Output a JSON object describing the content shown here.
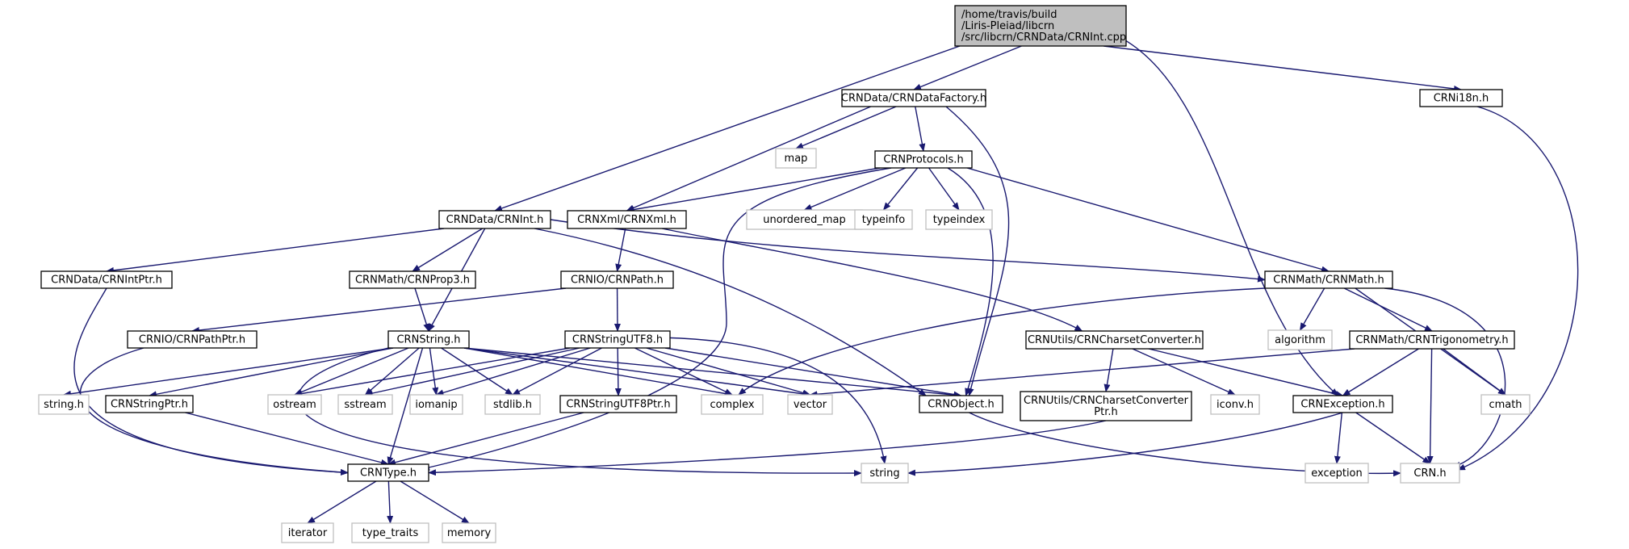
{
  "colors": {
    "edge": "#191970",
    "node_border": "#000000",
    "system_border": "#bfbfbf",
    "root_fill": "#bfbfbf",
    "node_fill": "#ffffff"
  },
  "nodes": [
    {
      "id": "root",
      "lines": [
        "/home/travis/build",
        "/Liris-Pleiad/libcrn",
        "/src/libcrn/CRNData/CRNInt.cpp"
      ],
      "kind": "root"
    },
    {
      "id": "factory",
      "lines": [
        "CRNData/CRNDataFactory.h"
      ],
      "kind": "project"
    },
    {
      "id": "i18n",
      "lines": [
        "CRNi18n.h"
      ],
      "kind": "project"
    },
    {
      "id": "map",
      "lines": [
        "map"
      ],
      "kind": "system"
    },
    {
      "id": "protocols",
      "lines": [
        "CRNProtocols.h"
      ],
      "kind": "project"
    },
    {
      "id": "crnint",
      "lines": [
        "CRNData/CRNInt.h"
      ],
      "kind": "project"
    },
    {
      "id": "xml",
      "lines": [
        "CRNXml/CRNXml.h"
      ],
      "kind": "project"
    },
    {
      "id": "unordered_map",
      "lines": [
        "unordered_map"
      ],
      "kind": "system"
    },
    {
      "id": "typeinfo",
      "lines": [
        "typeinfo"
      ],
      "kind": "system"
    },
    {
      "id": "typeindex",
      "lines": [
        "typeindex"
      ],
      "kind": "system"
    },
    {
      "id": "intptr",
      "lines": [
        "CRNData/CRNIntPtr.h"
      ],
      "kind": "project"
    },
    {
      "id": "prop3",
      "lines": [
        "CRNMath/CRNProp3.h"
      ],
      "kind": "project"
    },
    {
      "id": "path",
      "lines": [
        "CRNIO/CRNPath.h"
      ],
      "kind": "project"
    },
    {
      "id": "math",
      "lines": [
        "CRNMath/CRNMath.h"
      ],
      "kind": "project"
    },
    {
      "id": "pathptr",
      "lines": [
        "CRNIO/CRNPathPtr.h"
      ],
      "kind": "project"
    },
    {
      "id": "string",
      "lines": [
        "CRNString.h"
      ],
      "kind": "project"
    },
    {
      "id": "utf8",
      "lines": [
        "CRNStringUTF8.h"
      ],
      "kind": "project"
    },
    {
      "id": "charset",
      "lines": [
        "CRNUtils/CRNCharsetConverter.h"
      ],
      "kind": "project"
    },
    {
      "id": "algorithm",
      "lines": [
        "algorithm"
      ],
      "kind": "system"
    },
    {
      "id": "trig",
      "lines": [
        "CRNMath/CRNTrigonometry.h"
      ],
      "kind": "project"
    },
    {
      "id": "stringh",
      "lines": [
        "string.h"
      ],
      "kind": "system"
    },
    {
      "id": "stringptr",
      "lines": [
        "CRNStringPtr.h"
      ],
      "kind": "project"
    },
    {
      "id": "ostream",
      "lines": [
        "ostream"
      ],
      "kind": "system"
    },
    {
      "id": "sstream",
      "lines": [
        "sstream"
      ],
      "kind": "system"
    },
    {
      "id": "iomanip",
      "lines": [
        "iomanip"
      ],
      "kind": "system"
    },
    {
      "id": "stdlib",
      "lines": [
        "stdlib.h"
      ],
      "kind": "system"
    },
    {
      "id": "utf8ptr",
      "lines": [
        "CRNStringUTF8Ptr.h"
      ],
      "kind": "project"
    },
    {
      "id": "complex",
      "lines": [
        "complex"
      ],
      "kind": "system"
    },
    {
      "id": "vector",
      "lines": [
        "vector"
      ],
      "kind": "system"
    },
    {
      "id": "object",
      "lines": [
        "CRNObject.h"
      ],
      "kind": "project"
    },
    {
      "id": "charsetptr",
      "lines": [
        "CRNUtils/CRNCharsetConverter",
        "Ptr.h"
      ],
      "kind": "project"
    },
    {
      "id": "iconv",
      "lines": [
        "iconv.h"
      ],
      "kind": "system"
    },
    {
      "id": "exception",
      "lines": [
        "CRNException.h"
      ],
      "kind": "project"
    },
    {
      "id": "cmath",
      "lines": [
        "cmath"
      ],
      "kind": "system"
    },
    {
      "id": "type",
      "lines": [
        "CRNType.h"
      ],
      "kind": "project"
    },
    {
      "id": "stdstring",
      "lines": [
        "string"
      ],
      "kind": "system"
    },
    {
      "id": "stdexception",
      "lines": [
        "exception"
      ],
      "kind": "system"
    },
    {
      "id": "crnh",
      "lines": [
        "CRN.h"
      ],
      "kind": "system"
    },
    {
      "id": "iterator",
      "lines": [
        "iterator"
      ],
      "kind": "system"
    },
    {
      "id": "type_traits",
      "lines": [
        "type_traits"
      ],
      "kind": "system"
    },
    {
      "id": "memory",
      "lines": [
        "memory"
      ],
      "kind": "system"
    }
  ],
  "edges": [
    [
      "root",
      "factory"
    ],
    [
      "root",
      "crnint"
    ],
    [
      "root",
      "exception"
    ],
    [
      "root",
      "i18n"
    ],
    [
      "factory",
      "map"
    ],
    [
      "factory",
      "protocols"
    ],
    [
      "factory",
      "xml"
    ],
    [
      "factory",
      "object"
    ],
    [
      "i18n",
      "crnh"
    ],
    [
      "protocols",
      "xml"
    ],
    [
      "protocols",
      "unordered_map"
    ],
    [
      "protocols",
      "typeinfo"
    ],
    [
      "protocols",
      "typeindex"
    ],
    [
      "protocols",
      "math"
    ],
    [
      "protocols",
      "object"
    ],
    [
      "protocols",
      "type"
    ],
    [
      "crnint",
      "intptr"
    ],
    [
      "crnint",
      "prop3"
    ],
    [
      "crnint",
      "string"
    ],
    [
      "crnint",
      "object"
    ],
    [
      "crnint",
      "math"
    ],
    [
      "xml",
      "path"
    ],
    [
      "xml",
      "charset"
    ],
    [
      "intptr",
      "type"
    ],
    [
      "prop3",
      "string"
    ],
    [
      "path",
      "pathptr"
    ],
    [
      "path",
      "utf8"
    ],
    [
      "math",
      "algorithm"
    ],
    [
      "math",
      "trig"
    ],
    [
      "math",
      "cmath"
    ],
    [
      "math",
      "complex"
    ],
    [
      "math",
      "crnh"
    ],
    [
      "pathptr",
      "type"
    ],
    [
      "string",
      "stringh"
    ],
    [
      "string",
      "stringptr"
    ],
    [
      "string",
      "ostream"
    ],
    [
      "string",
      "sstream"
    ],
    [
      "string",
      "iomanip"
    ],
    [
      "string",
      "stdlib"
    ],
    [
      "string",
      "complex"
    ],
    [
      "string",
      "vector"
    ],
    [
      "string",
      "object"
    ],
    [
      "string",
      "stdstring"
    ],
    [
      "string",
      "type"
    ],
    [
      "utf8",
      "ostream"
    ],
    [
      "utf8",
      "sstream"
    ],
    [
      "utf8",
      "iomanip"
    ],
    [
      "utf8",
      "stdlib"
    ],
    [
      "utf8",
      "utf8ptr"
    ],
    [
      "utf8",
      "complex"
    ],
    [
      "utf8",
      "vector"
    ],
    [
      "utf8",
      "object"
    ],
    [
      "utf8",
      "stdstring"
    ],
    [
      "charset",
      "charsetptr"
    ],
    [
      "charset",
      "iconv"
    ],
    [
      "charset",
      "exception"
    ],
    [
      "trig",
      "vector"
    ],
    [
      "trig",
      "exception"
    ],
    [
      "trig",
      "cmath"
    ],
    [
      "trig",
      "crnh"
    ],
    [
      "stringptr",
      "type"
    ],
    [
      "utf8ptr",
      "type"
    ],
    [
      "object",
      "crnh"
    ],
    [
      "charsetptr",
      "type"
    ],
    [
      "exception",
      "stdstring"
    ],
    [
      "exception",
      "stdexception"
    ],
    [
      "exception",
      "crnh"
    ],
    [
      "type",
      "iterator"
    ],
    [
      "type",
      "type_traits"
    ],
    [
      "type",
      "memory"
    ]
  ]
}
